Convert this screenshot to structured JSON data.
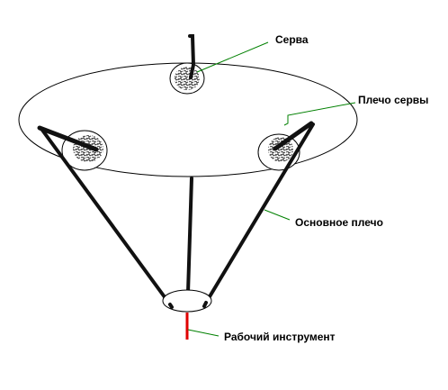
{
  "labels": {
    "servo": "Серва",
    "servo_arm": "Плечо сервы",
    "main_arm": "Основное плечо",
    "tool": "Рабочий инструмент"
  },
  "colors": {
    "outline": "#000000",
    "leader_line": "#008000",
    "tool": "#e00000",
    "arm": "#111111",
    "servo_texture": "#2a2a2a"
  },
  "components": {
    "servos": 3,
    "main_arms": 3,
    "servo_arms": 3
  }
}
